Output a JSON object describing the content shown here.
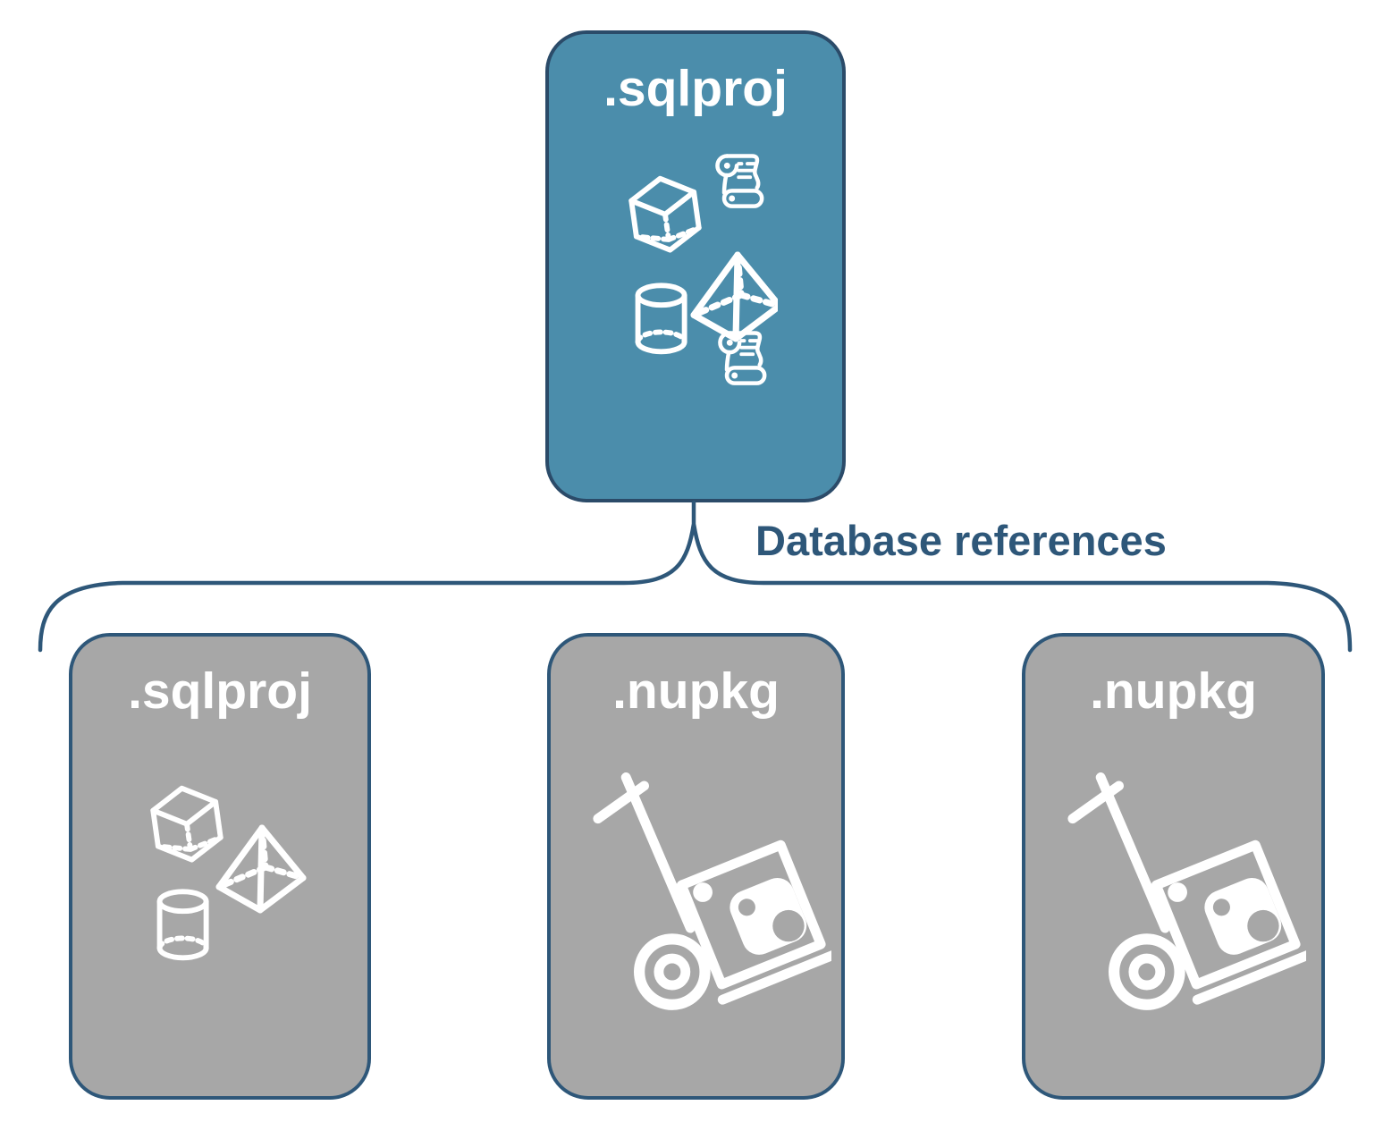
{
  "diagram": {
    "root": {
      "label": ".sqlproj",
      "icons": [
        "scroll-icon",
        "cube-icon",
        "pyramid-icon",
        "cylinder-icon",
        "scroll-icon"
      ]
    },
    "edge_label": "Database references",
    "children": [
      {
        "label": ".sqlproj",
        "icons": [
          "cube-icon",
          "pyramid-icon",
          "cylinder-icon"
        ]
      },
      {
        "label": ".nupkg",
        "icons": [
          "nuget-dolly-icon"
        ]
      },
      {
        "label": ".nupkg",
        "icons": [
          "nuget-dolly-icon"
        ]
      }
    ],
    "colors": {
      "root_fill": "#4B8DAB",
      "root_border": "#2B4B69",
      "child_fill": "#A7A7A7",
      "child_border": "#2E5779",
      "connector": "#2E5779",
      "edge_label_text": "#2E5779",
      "box_label_text": "#FFFFFF",
      "icon_stroke": "#FFFFFF",
      "background": "#FFFFFF"
    }
  }
}
